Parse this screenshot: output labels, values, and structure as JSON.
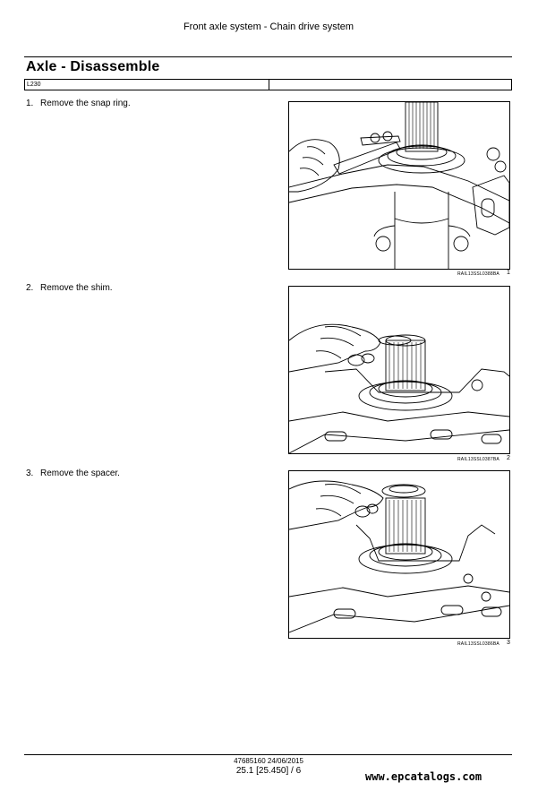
{
  "header": {
    "title": "Front axle system - Chain drive system"
  },
  "section": {
    "title": "Axle - Disassemble",
    "model": "L230",
    "model_right": ""
  },
  "steps": [
    {
      "number": "1.",
      "text": "Remove the snap ring.",
      "caption": "RAIL13SSL0388BA",
      "figure_number": "1"
    },
    {
      "number": "2.",
      "text": "Remove the shim.",
      "caption": "RAIL13SSL0387BA",
      "figure_number": "2"
    },
    {
      "number": "3.",
      "text": "Remove the spacer.",
      "caption": "RAIL13SSL0386BA",
      "figure_number": "3"
    }
  ],
  "footer": {
    "doc_code": "47685160 24/06/2015",
    "page": "25.1 [25.450] / 6"
  },
  "watermark": {
    "text": "www.epcatalogs.com"
  }
}
